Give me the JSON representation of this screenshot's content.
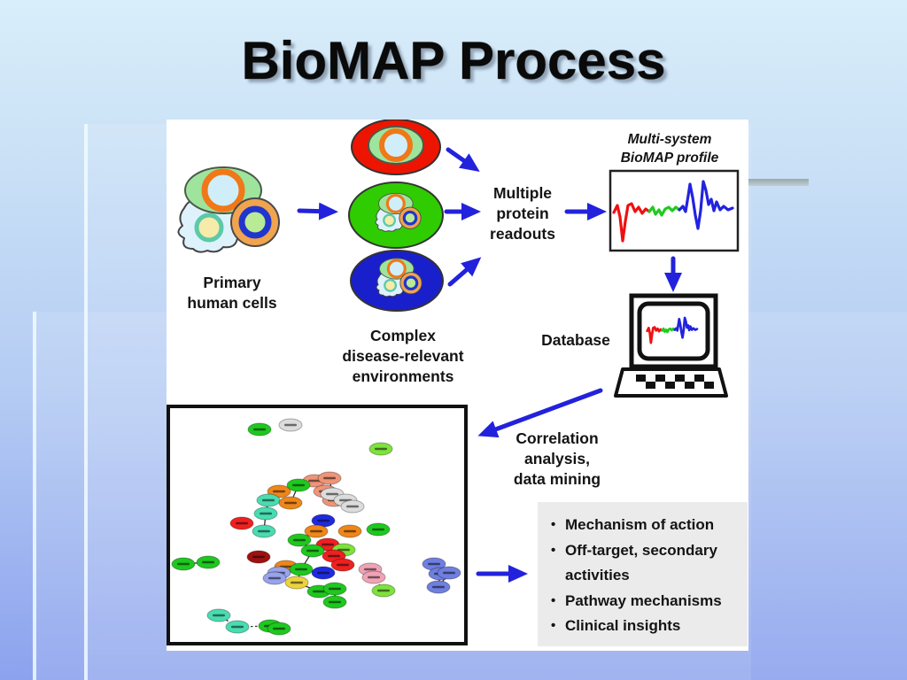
{
  "slide": {
    "title": "BioMAP Process"
  },
  "labels": {
    "primary_cells": "Primary\nhuman cells",
    "environments": "Complex\ndisease-relevant\nenvironments",
    "readouts": "Multiple\nprotein\nreadouts",
    "profile": "Multi-system\nBioMAP profile",
    "database": "Database",
    "correlation": "Correlation\nanalysis,\ndata mining"
  },
  "outcomes": {
    "items": [
      "Mechanism of action",
      "Off-target, secondary activities",
      "Pathway mechanisms",
      "Clinical insights"
    ]
  },
  "colors": {
    "arrow": "#2222dd",
    "env_red": "#ee1500",
    "env_green": "#2ecc00",
    "env_blue": "#1a1fcc",
    "profile_red": "#ee1111",
    "profile_green": "#1ecb1e",
    "profile_blue": "#2222e0",
    "outcome_panel": "#ebebeb"
  },
  "profile_wave": {
    "red": "4,47 8,39 11,52 14,79 17,57 20,39 24,37 28,46 32,41 36,48 40,43 44,46",
    "green": "44,46 48,41 51,49 55,44 58,50 62,43 66,41 70,45 74,41 78,44",
    "blue": "78,44 82,40 85,46 88,28 90,15 93,30 96,50 99,65 102,45 105,12 108,22 111,38 114,32 117,45 120,35 124,44 128,40 133,44 138,42"
  },
  "network": {
    "palette": {
      "g": "#1ec81e",
      "G": "#7de23c",
      "t": "#49dcb1",
      "r": "#ef2020",
      "R": "#a01010",
      "o": "#ef8618",
      "y": "#ecd23c",
      "b": "#1f2ae0",
      "p": "#97a3ea",
      "P": "#f0a3b6",
      "w": "#dcdcdc",
      "s": "#ef9478",
      "v": "#6f7fe0"
    },
    "nodes": [
      [
        105,
        350,
        "g"
      ],
      [
        140,
        345,
        "w"
      ],
      [
        242,
        372,
        "G"
      ],
      [
        167,
        408,
        "s"
      ],
      [
        184,
        405,
        "s"
      ],
      [
        179,
        420,
        "s"
      ],
      [
        189,
        430,
        "s"
      ],
      [
        149,
        413,
        "g"
      ],
      [
        127,
        420,
        "o"
      ],
      [
        115,
        430,
        "t"
      ],
      [
        140,
        433,
        "o"
      ],
      [
        112,
        445,
        "t"
      ],
      [
        187,
        423,
        "w"
      ],
      [
        202,
        430,
        "w"
      ],
      [
        210,
        437,
        "w"
      ],
      [
        85,
        456,
        "r"
      ],
      [
        110,
        465,
        "t"
      ],
      [
        177,
        453,
        "b"
      ],
      [
        169,
        465,
        "o"
      ],
      [
        207,
        465,
        "o"
      ],
      [
        239,
        463,
        "g"
      ],
      [
        150,
        475,
        "g"
      ],
      [
        182,
        480,
        "r"
      ],
      [
        200,
        486,
        "G"
      ],
      [
        104,
        494,
        "R"
      ],
      [
        189,
        493,
        "r"
      ],
      [
        165,
        487,
        "g"
      ],
      [
        199,
        503,
        "r"
      ],
      [
        19,
        502,
        "g"
      ],
      [
        47,
        500,
        "g"
      ],
      [
        135,
        505,
        "o"
      ],
      [
        127,
        512,
        "p"
      ],
      [
        122,
        518,
        "p"
      ],
      [
        152,
        508,
        "g"
      ],
      [
        177,
        512,
        "b"
      ],
      [
        147,
        523,
        "y"
      ],
      [
        230,
        508,
        "P"
      ],
      [
        234,
        517,
        "P"
      ],
      [
        172,
        533,
        "g"
      ],
      [
        190,
        530,
        "g"
      ],
      [
        190,
        545,
        "g"
      ],
      [
        245,
        532,
        "G"
      ],
      [
        302,
        502,
        "v"
      ],
      [
        309,
        513,
        "v"
      ],
      [
        319,
        512,
        "v"
      ],
      [
        307,
        528,
        "v"
      ],
      [
        59,
        560,
        "t"
      ],
      [
        80,
        573,
        "t"
      ],
      [
        117,
        572,
        "g"
      ],
      [
        127,
        575,
        "g"
      ]
    ],
    "edges": [
      [
        127,
        420,
        115,
        430,
        0
      ],
      [
        115,
        430,
        112,
        445,
        0
      ],
      [
        112,
        445,
        110,
        465,
        0
      ],
      [
        149,
        413,
        127,
        420,
        0
      ],
      [
        167,
        408,
        149,
        413,
        0
      ],
      [
        184,
        405,
        187,
        423,
        0
      ],
      [
        187,
        423,
        202,
        430,
        0
      ],
      [
        202,
        430,
        210,
        437,
        0
      ],
      [
        179,
        420,
        189,
        430,
        0
      ],
      [
        189,
        430,
        202,
        430,
        0
      ],
      [
        140,
        433,
        149,
        413,
        0
      ],
      [
        169,
        465,
        150,
        475,
        0
      ],
      [
        150,
        475,
        165,
        487,
        0
      ],
      [
        165,
        487,
        152,
        508,
        0
      ],
      [
        152,
        508,
        147,
        523,
        0
      ],
      [
        147,
        523,
        172,
        533,
        0
      ],
      [
        177,
        512,
        152,
        508,
        0
      ],
      [
        182,
        480,
        199,
        503,
        1
      ],
      [
        172,
        533,
        190,
        530,
        0
      ],
      [
        190,
        530,
        190,
        545,
        0
      ],
      [
        230,
        508,
        234,
        517,
        0
      ],
      [
        234,
        517,
        245,
        532,
        1
      ],
      [
        302,
        502,
        309,
        513,
        0
      ],
      [
        309,
        513,
        319,
        512,
        0
      ],
      [
        302,
        502,
        319,
        512,
        0
      ],
      [
        309,
        513,
        307,
        528,
        0
      ],
      [
        319,
        512,
        307,
        528,
        0
      ],
      [
        59,
        560,
        80,
        573,
        1
      ],
      [
        80,
        573,
        117,
        572,
        1
      ],
      [
        19,
        502,
        47,
        500,
        0
      ]
    ]
  }
}
